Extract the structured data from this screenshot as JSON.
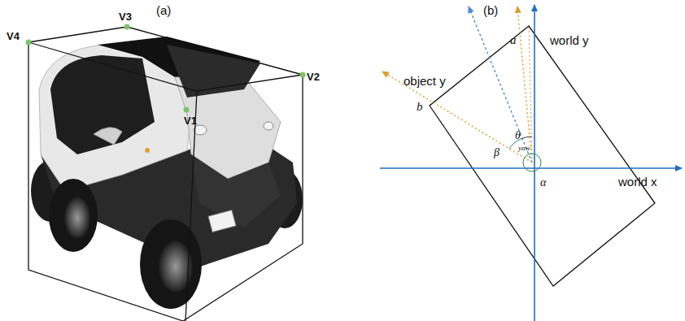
{
  "diagram": {
    "labels": [
      "(a)",
      "V4",
      "V3",
      "V2",
      "V1",
      "(b)",
      "world y",
      "object y",
      "a",
      "b",
      "θ",
      "yaw",
      "β",
      "α",
      "world x"
    ]
  }
}
